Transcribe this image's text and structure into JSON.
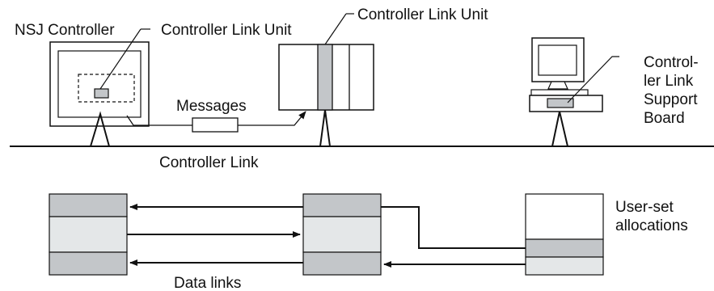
{
  "labels": {
    "nsj_controller": "NSJ Controller",
    "controller_link_unit_left": "Controller Link Unit",
    "controller_link_unit_top": "Controller Link Unit",
    "support_board_lines": [
      "Control-",
      "ler Link",
      "Support",
      "Board"
    ],
    "messages": "Messages",
    "controller_link": "Controller Link",
    "user_set_lines": [
      "User-set",
      "allocations"
    ],
    "data_links": "Data links"
  },
  "colors": {
    "line": "#111111",
    "dark_block": "#c3c6c9",
    "light_block": "#e4e7e8",
    "white_block": "#ffffff"
  }
}
